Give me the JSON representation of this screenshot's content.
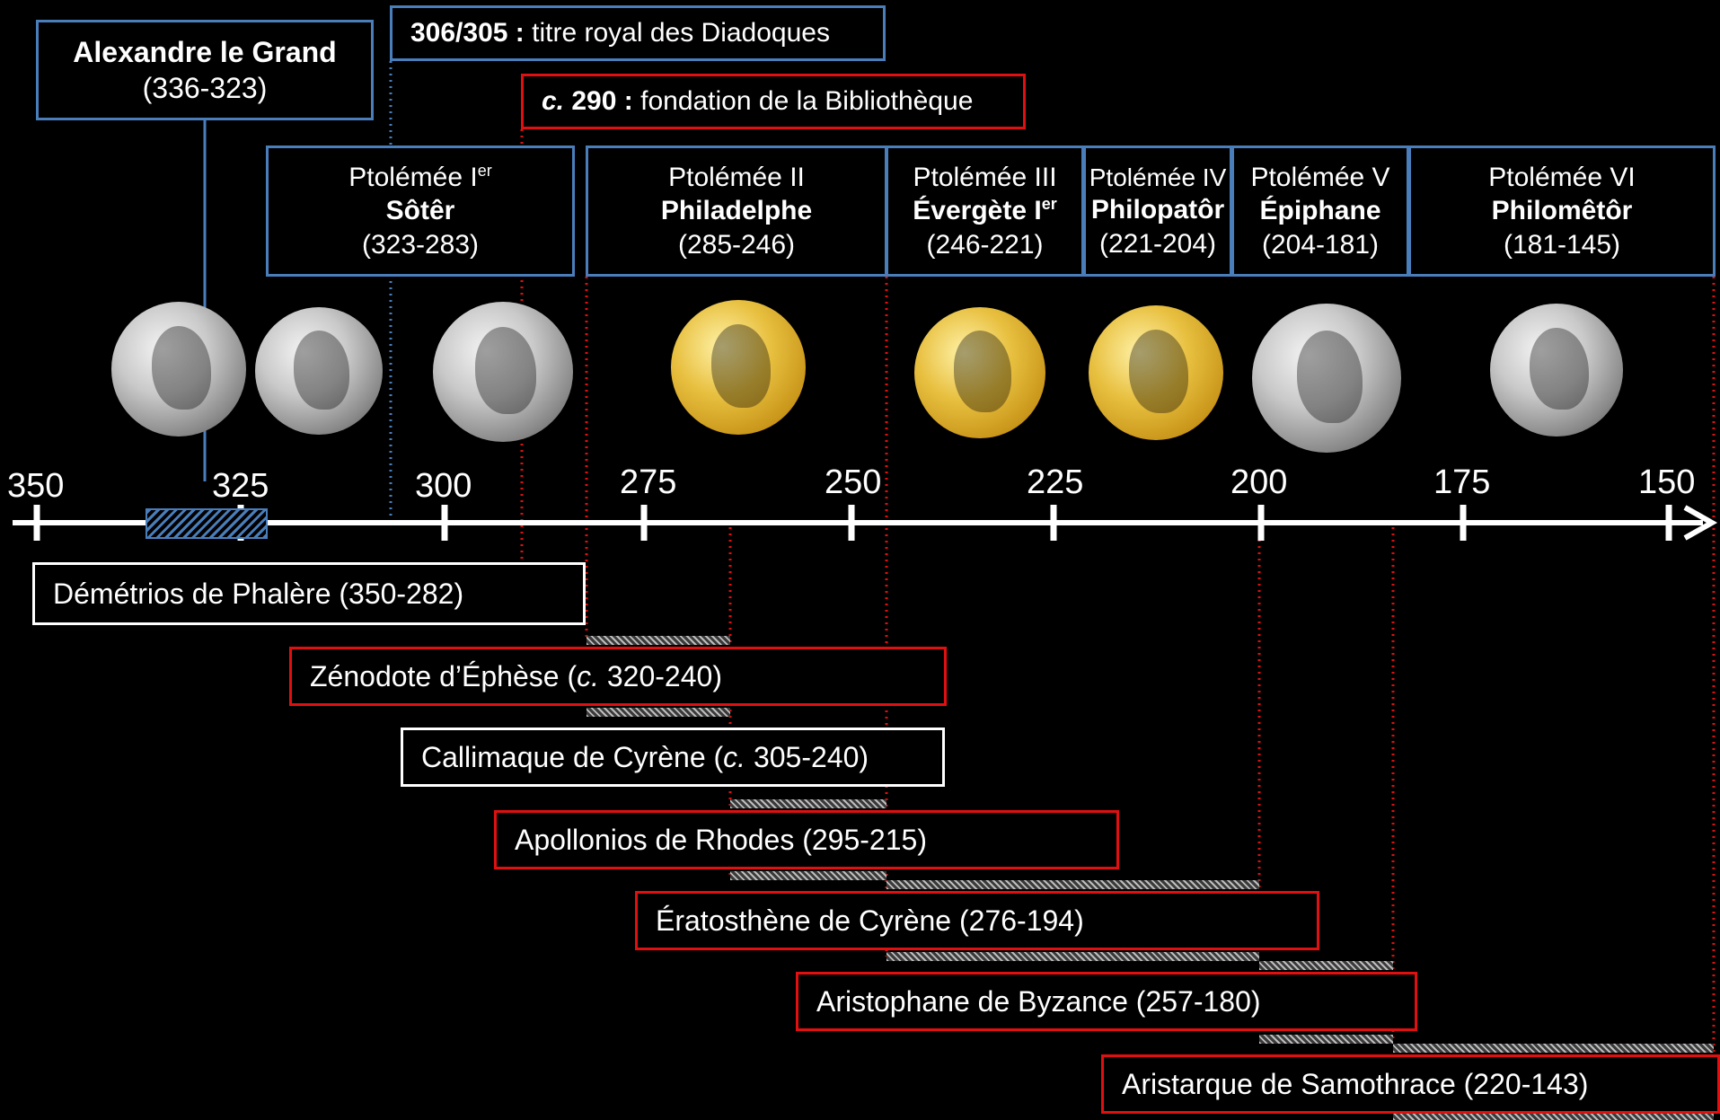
{
  "axis": {
    "ticks": [
      "350",
      "325",
      "300",
      "275",
      "250",
      "225",
      "200",
      "175",
      "150"
    ]
  },
  "alexandre": {
    "name": "Alexandre le Grand",
    "dates": "(336-323)"
  },
  "diadoques": {
    "date": "306/305 :",
    "text": "titre royal des Diadoques"
  },
  "bibliotheque": {
    "circa": "c.",
    "date": "290 :",
    "text": "fondation de la Bibliothèque"
  },
  "rulers": [
    {
      "name": "Ptolémée I",
      "sup": "er",
      "epithet": "Sôtêr",
      "epithet_sup": "",
      "dates": "(323-283)"
    },
    {
      "name": "Ptolémée II",
      "sup": "",
      "epithet": "Philadelphe",
      "epithet_sup": "",
      "dates": "(285-246)"
    },
    {
      "name": "Ptolémée III",
      "sup": "",
      "epithet": "Évergète I",
      "epithet_sup": "er",
      "dates": "(246-221)"
    },
    {
      "name": "Ptolémée IV",
      "sup": "",
      "epithet": "Philopatôr",
      "epithet_sup": "",
      "dates": "(221-204)"
    },
    {
      "name": "Ptolémée V",
      "sup": "",
      "epithet": "Épiphane",
      "epithet_sup": "",
      "dates": "(204-181)"
    },
    {
      "name": "Ptolémée VI",
      "sup": "",
      "epithet": "Philomêtôr",
      "epithet_sup": "",
      "dates": "(181-145)"
    }
  ],
  "coins": [
    {
      "metal": "silver"
    },
    {
      "metal": "silver"
    },
    {
      "metal": "silver"
    },
    {
      "metal": "gold"
    },
    {
      "metal": "gold"
    },
    {
      "metal": "gold"
    },
    {
      "metal": "silver"
    },
    {
      "metal": "silver"
    }
  ],
  "scholars": [
    {
      "pre": "Démétrios de Phalère (350-282)",
      "circa": "",
      "post": "",
      "color": "white"
    },
    {
      "pre": "Zénodote d’Éphèse (",
      "circa": "c.",
      "post": " 320-240)",
      "color": "red"
    },
    {
      "pre": "Callimaque de Cyrène (",
      "circa": "c.",
      "post": " 305-240)",
      "color": "white"
    },
    {
      "pre": "Apollonios de Rhodes (295-215)",
      "circa": "",
      "post": "",
      "color": "red"
    },
    {
      "pre": "Ératosthène de Cyrène (276-194)",
      "circa": "",
      "post": "",
      "color": "red"
    },
    {
      "pre": "Aristophane de Byzance (257-180)",
      "circa": "",
      "post": "",
      "color": "red"
    },
    {
      "pre": "Aristarque de Samothrace (220-143)",
      "circa": "",
      "post": "",
      "color": "red"
    }
  ],
  "colors": {
    "blue": "#4a7ebb",
    "red": "#e01010",
    "white": "#ffffff",
    "gold": "#d9a92a",
    "silver": "#c9c9c9"
  }
}
